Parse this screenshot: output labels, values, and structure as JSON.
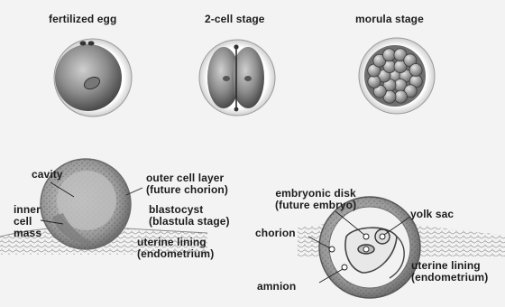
{
  "stages": {
    "fertilized_egg": "fertilized egg",
    "two_cell": "2-cell stage",
    "morula": "morula stage"
  },
  "blastocyst_labels": {
    "cavity": "cavity",
    "inner_cell_mass": [
      "inner",
      "cell",
      "mass"
    ],
    "outer_cell_layer": [
      "outer cell layer",
      "(future chorion)"
    ],
    "blastocyst": [
      "blastocyst",
      "(blastula stage)"
    ],
    "uterine_lining": [
      "uterine lining",
      "(endometrium)"
    ]
  },
  "implanted_labels": {
    "embryonic_disk": [
      "embryonic disk",
      "(future embryo)"
    ],
    "yolk_sac": "yolk sac",
    "chorion": "chorion",
    "amnion": "amnion",
    "uterine_lining": [
      "uterine lining",
      "(endometrium)"
    ]
  }
}
